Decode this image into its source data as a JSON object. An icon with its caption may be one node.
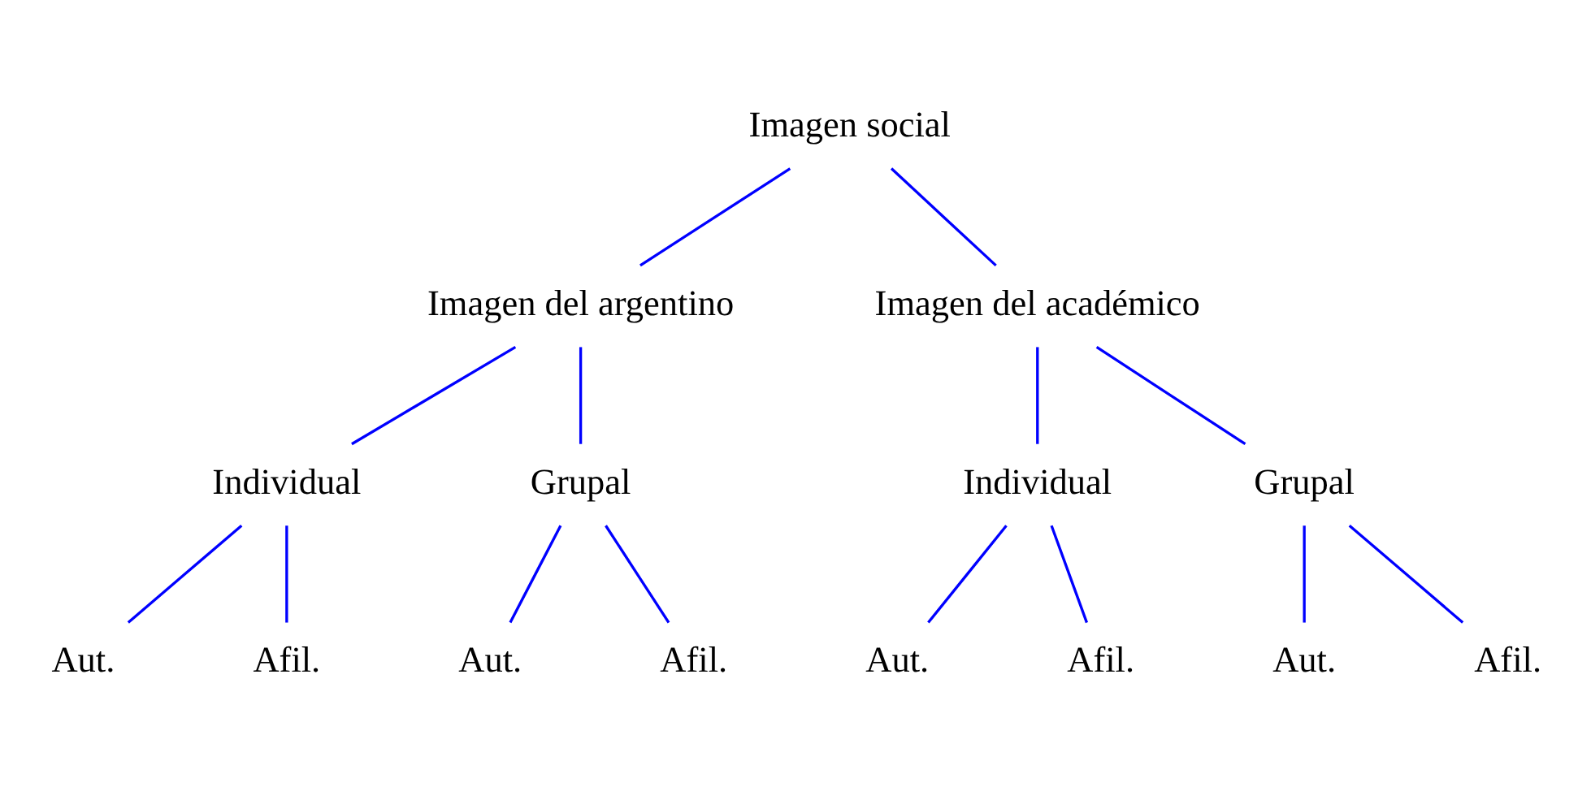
{
  "diagram": {
    "nodes": [
      {
        "text": [
          "Imagen social"
        ]
      },
      {
        "text": [
          "Imagen del argentino"
        ]
      },
      {
        "text": [
          "Imagen del académico"
        ]
      },
      {
        "text": [
          "Individual"
        ]
      },
      {
        "text": [
          "Grupal"
        ]
      },
      {
        "text": [
          "Individual"
        ]
      },
      {
        "text": [
          "Grupal"
        ]
      },
      {
        "text": [
          "Aut."
        ]
      },
      {
        "text": [
          "Afil."
        ]
      },
      {
        "text": [
          "Aut."
        ]
      },
      {
        "text": [
          "Afil."
        ]
      },
      {
        "text": [
          "Aut."
        ]
      },
      {
        "text": [
          "Afil."
        ]
      },
      {
        "text": [
          "Aut."
        ]
      },
      {
        "text": [
          "Afil."
        ]
      }
    ],
    "edges": [
      {
        "from": 0,
        "to": 1,
        "arrow": "none"
      },
      {
        "from": 0,
        "to": 2,
        "arrow": "none"
      },
      {
        "from": 1,
        "to": 3,
        "arrow": "none"
      },
      {
        "from": 1,
        "to": 4,
        "arrow": "none"
      },
      {
        "from": 2,
        "to": 5,
        "arrow": "none"
      },
      {
        "from": 2,
        "to": 6,
        "arrow": "none"
      },
      {
        "from": 3,
        "to": 7,
        "arrow": "none"
      },
      {
        "from": 3,
        "to": 8,
        "arrow": "none"
      },
      {
        "from": 4,
        "to": 9,
        "arrow": "none"
      },
      {
        "from": 4,
        "to": 10,
        "arrow": "none"
      },
      {
        "from": 5,
        "to": 11,
        "arrow": "none"
      },
      {
        "from": 5,
        "to": 12,
        "arrow": "none"
      },
      {
        "from": 6,
        "to": 13,
        "arrow": "none"
      },
      {
        "from": 6,
        "to": 14,
        "arrow": "none"
      }
    ]
  }
}
